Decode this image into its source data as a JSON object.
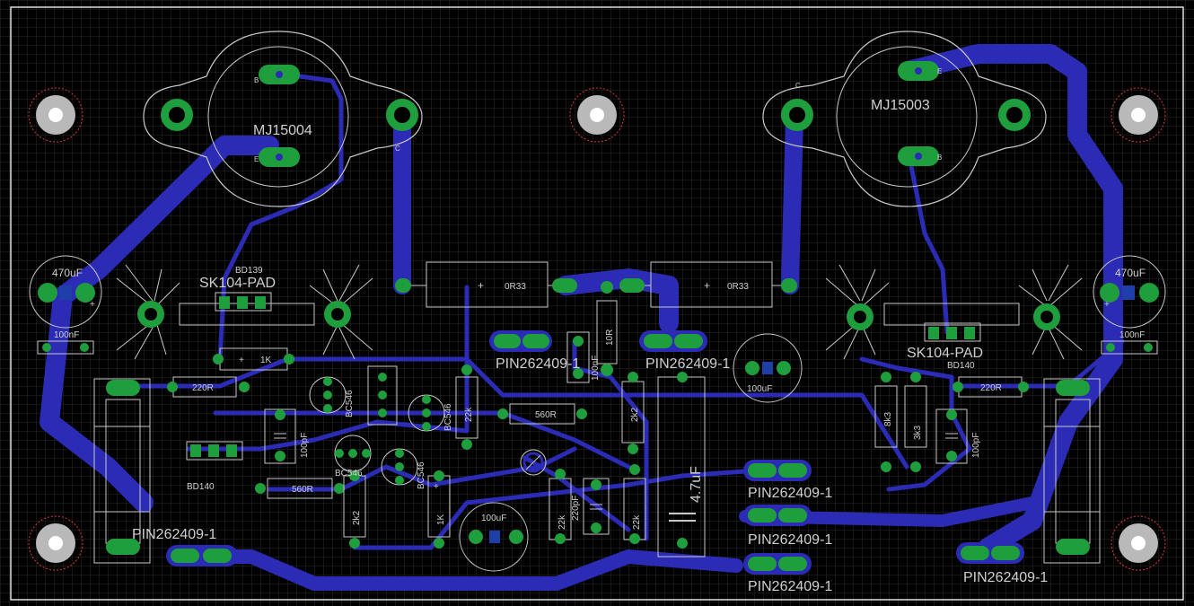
{
  "board": {
    "colors": {
      "background": "#000000",
      "grid": "#2a2a2a",
      "outline": "#e0e0e0",
      "trace": "#2b2bb5",
      "pad": "#1e9e3c",
      "silkscreen": "#c8c8c8",
      "mount_ring": "#d83a3a",
      "hole": "#ffffff"
    },
    "transistors": [
      {
        "name": "MJ15004",
        "pins": [
          "B",
          "E",
          "C"
        ]
      },
      {
        "name": "MJ15003",
        "pins": [
          "E",
          "B",
          "C"
        ]
      }
    ],
    "heatsinks": [
      {
        "name": "SK104-PAD",
        "device": "BD139"
      },
      {
        "name": "SK104-PAD",
        "device": "BD140"
      }
    ],
    "resistors": {
      "r_0r33_left": "0R33",
      "r_0r33_right": "0R33",
      "r_10r": "10R",
      "r_1k_top": "1K",
      "r_220r_left": "220R",
      "r_220r_right": "220R",
      "r_560r_mid": "560R",
      "r_560r_low": "560R",
      "r_22k_a": "22k",
      "r_2k2_a": "2k2",
      "r_2k2_b": "2k2",
      "r_1k_low": "1K",
      "r_22k_b": "22k",
      "r_22k_c": "22k",
      "r_8k3": "8k3",
      "r_3k3": "3k3"
    },
    "capacitors": {
      "c_470uf_left": "470uF",
      "c_470uf_right": "470uF",
      "c_100nf_left": "100nF",
      "c_100nf_right": "100nF",
      "c_100uf_mid": "100uF",
      "c_100uf_low": "100uF",
      "c_100pf_left": "100pF",
      "c_100pf_right": "100pF",
      "c_100nf_small": "100nF",
      "c_220pf": "220pF",
      "c_4u7": "4.7uF"
    },
    "small_transistors": {
      "q1": "BC546",
      "q2": "BC546",
      "q3": "BC546",
      "q4": "BC546",
      "q5": "BD140"
    },
    "connectors": [
      "PIN262409-1",
      "PIN262409-1",
      "PIN262409-1",
      "PIN262409-1",
      "PIN262409-1",
      "PIN262409-1"
    ]
  }
}
